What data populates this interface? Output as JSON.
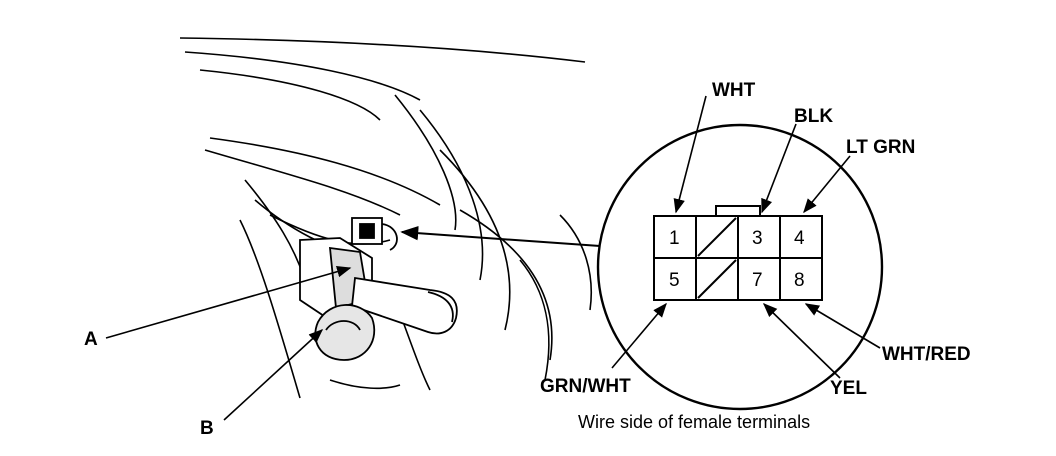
{
  "callouts": {
    "a": "A",
    "b": "B"
  },
  "wire_labels": {
    "pin1": "WHT",
    "pin3": "BLK",
    "pin4": "LT GRN",
    "pin5": "GRN/WHT",
    "pin7": "YEL",
    "pin8": "WHT/RED"
  },
  "connector": {
    "pins": {
      "p1": "1",
      "p3": "3",
      "p4": "4",
      "p5": "5",
      "p7": "7",
      "p8": "8"
    }
  },
  "caption": "Wire side of female terminals"
}
